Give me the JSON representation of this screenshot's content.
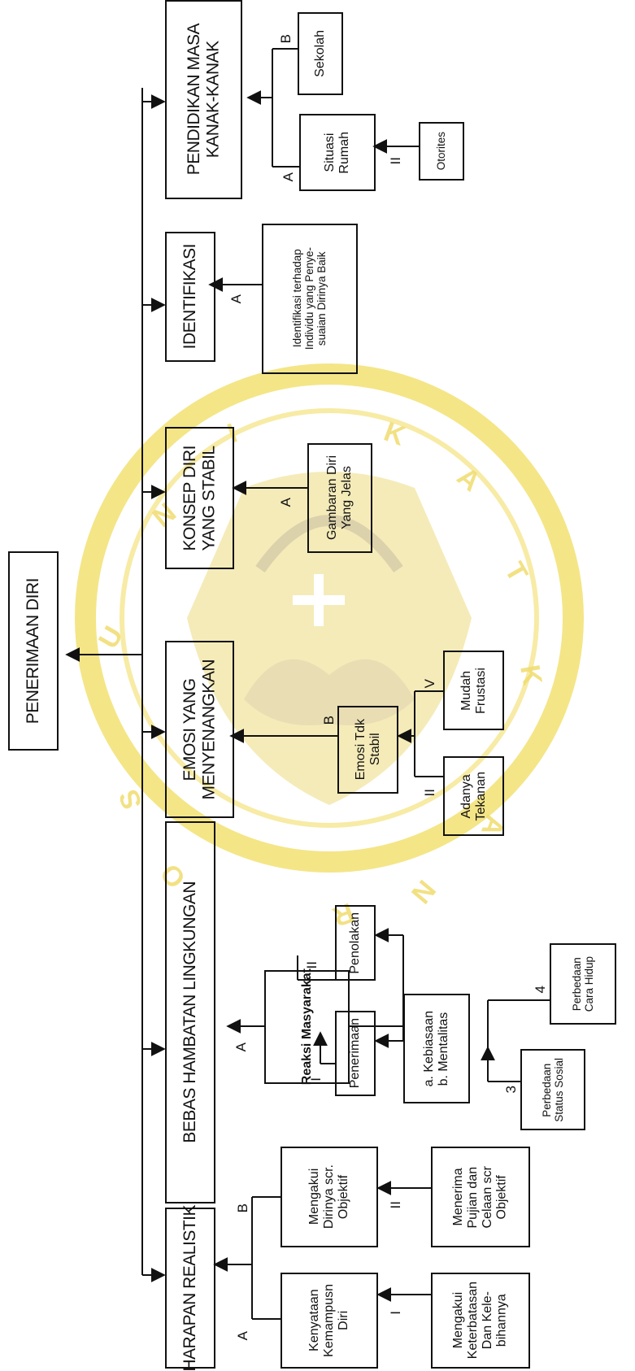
{
  "watermark": {
    "seal_text": "UNIVERSITAS KATOLIK SOEGIJAPRANATA",
    "color": "#f3e27a"
  },
  "root": {
    "text": "PENERIMAAN DIRI"
  },
  "factors": [
    {
      "id": "harapan",
      "text": "HARAPAN REALISTIK"
    },
    {
      "id": "bebas",
      "text": "BEBAS HAMBATAN LINGKUNGAN"
    },
    {
      "id": "emosi",
      "text": "EMOSI YANG\nMENYENANGKAN"
    },
    {
      "id": "konsep",
      "text": "KONSEP DIRI\nYANG STABIL"
    },
    {
      "id": "identifikasi",
      "text": "IDENTIFIKASI"
    },
    {
      "id": "pendidikan",
      "text": "PENDIDIKAN MASA\nKANAK-KANAK"
    }
  ],
  "nodes": {
    "kenyataan": "Kenyataan\nKemampusn\nDiri",
    "mengakui_diri": "Mengakui\nDirinya scr.\nObjektif",
    "mengakui_keterbatasan": "Mengakui\nKeterbatasan\nDan Kele-\nbihannya",
    "menerima_pujian": "Menerima\nPujian dan\nCelaan scr\nObjektif",
    "reaksi": "Reaksi Masyarakat",
    "penerimaan": "Penerimaan",
    "penolakan": "Penolakan",
    "kebiasaan": "a. Kebiasaan\nb. Mentalitas",
    "perbedaan_status": "Perbedaan\nStatus Sosial",
    "perbedaan_cara": "Perbedaan\nCara Hidup",
    "emosi_tdk": "Emosi Tdk\nStabil",
    "adanya_tekanan": "Adanya\nTekanan",
    "mudah_frustasi": "Mudah\nFrustasi",
    "gambaran": "Gambaran Diri\nYang Jelas",
    "identifikasi_text": "Identifikasi terhadap\nIndividu yang Penye-\nsuaian Dirinya Baik",
    "situasi_rumah": "Situasi\nRumah",
    "sekolah": "Sekolah",
    "otoritas": "Otorites"
  },
  "labels": {
    "harapan_a": "A",
    "harapan_b": "B",
    "harapan_i": "I",
    "harapan_ii": "II",
    "bebas_a": "A",
    "bebas_i": "I",
    "bebas_ii": "II",
    "bebas_3": "3",
    "bebas_4": "4",
    "emosi_b": "B",
    "emosi_ii": "II",
    "emosi_v": "V",
    "konsep_a": "A",
    "ident_a": "A",
    "pend_a": "A",
    "pend_b": "B",
    "pend_ii": "II"
  }
}
